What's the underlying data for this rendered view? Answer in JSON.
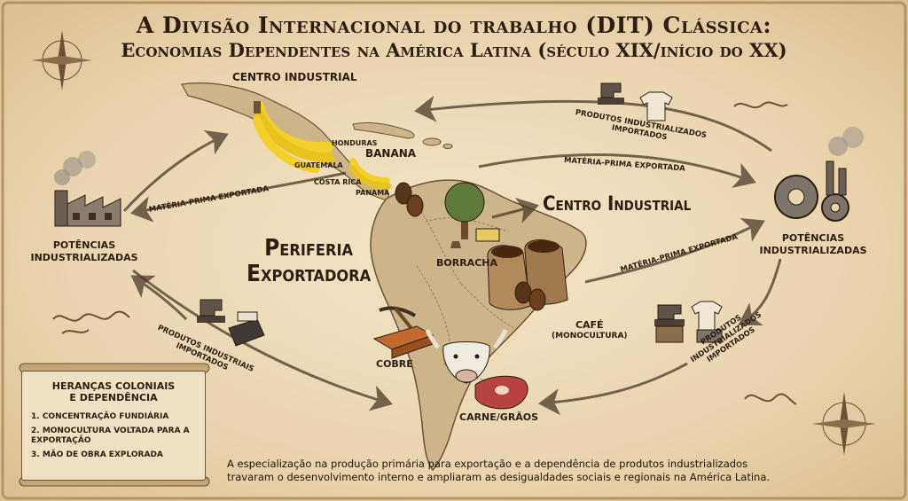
{
  "title": {
    "line1": "A Divisão Internacional do trabalho (DIT) Clássica:",
    "line2": "Economias Dependentes na América Latina (século XIX/início do XX)"
  },
  "regions": {
    "centro_industrial_top": "CENTRO INDUSTRIAL",
    "centro_industrial_right": "Centro Industrial",
    "periferia_line1": "Periferia",
    "periferia_line2": "Exportadora"
  },
  "powers": {
    "left_line1": "POTÊNCIAS",
    "left_line2": "INDUSTRIALIZADAS",
    "right_line1": "POTÊNCIAS",
    "right_line2": "INDUSTRIALIZADAS"
  },
  "products": {
    "banana": "BANANA",
    "honduras": "HONDURAS",
    "guatemala": "GUATEMALA",
    "costa_rica": "COSTA RICA",
    "panama": "PANAMÁ",
    "borracha": "BORRACHA",
    "cafe": "CAFÉ",
    "cafe_sub": "(MONOCULTURA)",
    "cobre": "COBRE",
    "carne": "CARNE/GRÃOS"
  },
  "flows": {
    "mp_left": "MATÉRIA-PRIMA EXPORTADA",
    "mp_top": "MATÉRIA-PRIMA EXPORTADA",
    "mp_right": "MATÉRIA-PRIMA EXPORTADA",
    "pi_top_l1": "PRODUTOS INDUSTRIALIZADOS",
    "pi_top_l2": "IMPORTADOS",
    "pi_left_l1": "PRODUTOS INDUSTRIAIS",
    "pi_left_l2": "IMPORTADOS",
    "pi_right_l1": "PRODUTOS",
    "pi_right_l2": "INDUSTRIALIZADOS",
    "pi_right_l3": "IMPORTADOS"
  },
  "legend": {
    "title_l1": "HERANÇAS COLONIAIS",
    "title_l2": "E DEPENDÊNCIA",
    "items": [
      "1. CONCENTRAÇÃO FUNDIÁRIA",
      "2. MONOCULTURA VOLTADA PARA A EXPORTAÇÃO",
      "3. MÃO DE OBRA EXPLORADA"
    ]
  },
  "footer": {
    "line1": "A especialização na produção primária para exportação e a dependência de produtos industrializados",
    "line2": "travaram o desenvolvimento interno e ampliaram as desigualdades sociais e regionais na América Latina."
  },
  "colors": {
    "ink": "#2b1d10",
    "parchment": "#f3e6c8",
    "land": "#cdb58a",
    "banana": "#f2cf2a",
    "coffee": "#5a3417",
    "copper": "#c26a2d",
    "meat": "#b8433d"
  }
}
